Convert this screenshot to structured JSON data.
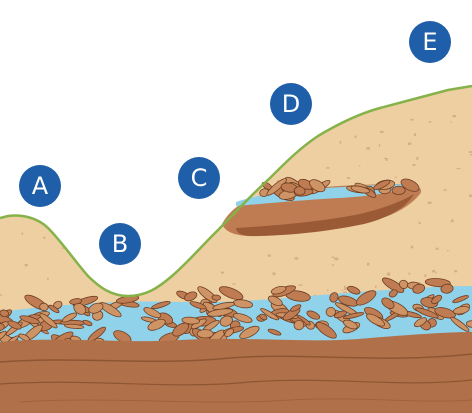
{
  "colors": {
    "sand": "#edcfa2",
    "sand_speckle": "#c9a077",
    "ground_line": "#86b24a",
    "rock": "#bf7c52",
    "rock_dark": "#9a5a36",
    "bedrock": "#b0714a",
    "water": "#8fd2ea",
    "marker_fill": "#1f5ea8",
    "marker_text": "#ffffff"
  },
  "markers": [
    {
      "id": "a",
      "label": "A"
    },
    {
      "id": "b",
      "label": "B"
    },
    {
      "id": "c",
      "label": "C"
    },
    {
      "id": "d",
      "label": "D"
    },
    {
      "id": "e",
      "label": "E"
    }
  ]
}
